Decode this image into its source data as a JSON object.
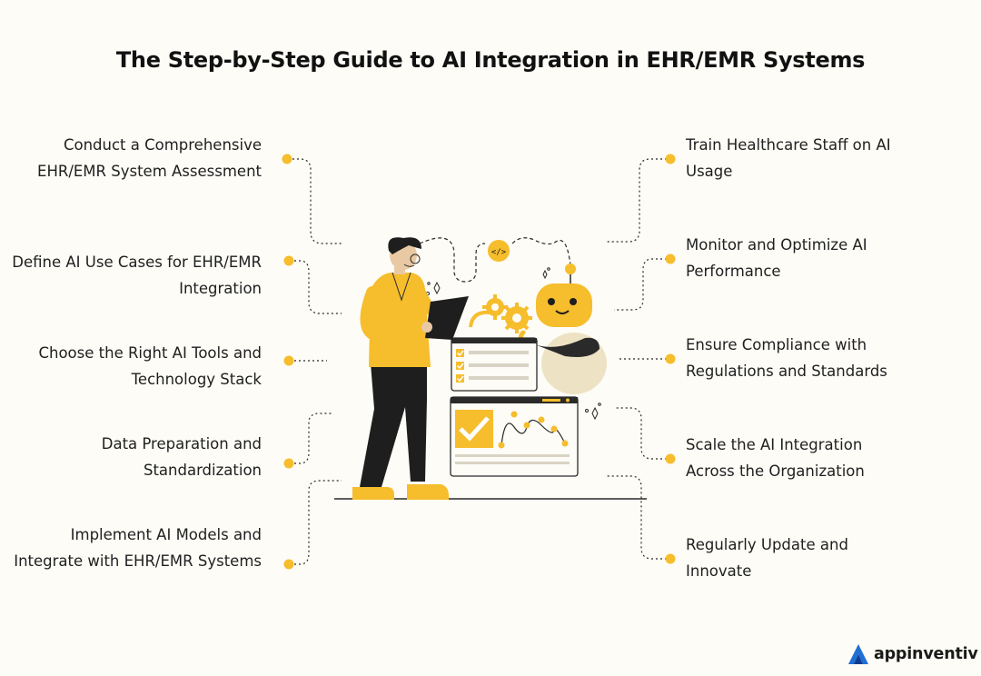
{
  "title": "The Step-by-Step Guide to AI Integration in EHR/EMR Systems",
  "left_steps": [
    {
      "text": "Conduct a Comprehensive EHR/EMR System Assessment"
    },
    {
      "text": "Define AI Use Cases for EHR/EMR Integration"
    },
    {
      "text": "Choose the Right AI Tools and Technology Stack"
    },
    {
      "text": "Data Preparation and Standardization"
    },
    {
      "text": "Implement AI Models and Integrate with EHR/EMR Systems"
    }
  ],
  "right_steps": [
    {
      "text": "Train Healthcare Staff on AI Usage"
    },
    {
      "text": "Monitor and Optimize AI Performance"
    },
    {
      "text": "Ensure Compliance with Regulations and Standards"
    },
    {
      "text": "Scale the AI Integration Across the Organization"
    },
    {
      "text": "Regularly Update and Innovate"
    }
  ],
  "code_badge": "</>",
  "brand": {
    "name": "appinventiv",
    "logo_icon": "a-logo-icon"
  },
  "colors": {
    "accent": "#f6bd2c",
    "background": "#fdfcf6",
    "text": "#1e1e1e"
  }
}
